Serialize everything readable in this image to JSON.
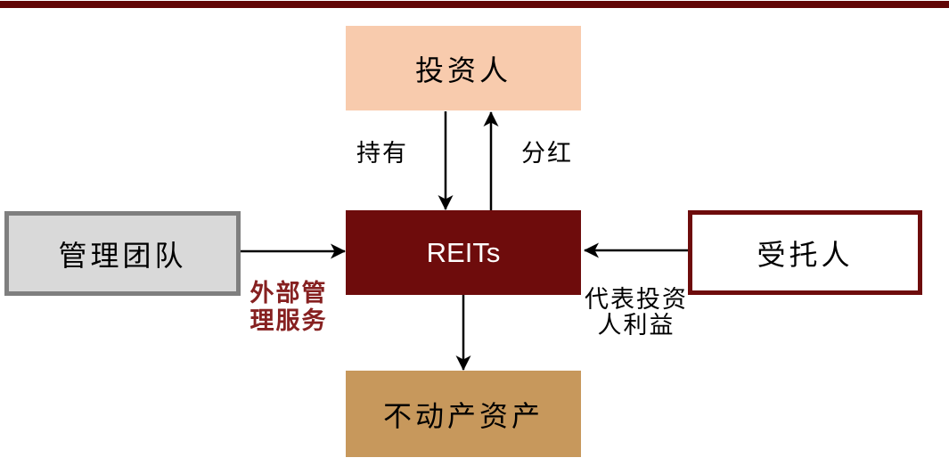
{
  "page": {
    "background_color": "#FFFFFF",
    "top_bar_color": "#610606"
  },
  "nodes": {
    "investor": {
      "label": "投资人",
      "fill": "#F8CBAD",
      "text_color": "#000000"
    },
    "reits": {
      "label": "REITs",
      "fill": "#6E0C0C",
      "text_color": "#FFFFFF"
    },
    "management": {
      "label": "管理团队",
      "fill": "#D9D9D9",
      "border_color": "#7F7F7F",
      "text_color": "#000000"
    },
    "trustee": {
      "label": "受托人",
      "fill": "#FFFFFF",
      "border_color": "#6E0C0C",
      "text_color": "#000000"
    },
    "assets": {
      "label": "不动产资产",
      "fill": "#C7985C",
      "text_color": "#000000"
    }
  },
  "edges": {
    "hold": {
      "label": "持有",
      "from": "investor",
      "to": "reits",
      "label_color": "#000000"
    },
    "dividend": {
      "label": "分红",
      "from": "reits",
      "to": "investor",
      "label_color": "#000000"
    },
    "external_management": {
      "label": "外部管\n理服务",
      "from": "management",
      "to": "reits",
      "label_color": "#862020"
    },
    "represent_investors": {
      "label": "代表投资\n人利益",
      "from": "trustee",
      "to": "reits",
      "label_color": "#000000"
    },
    "invest_in_assets": {
      "label": "",
      "from": "reits",
      "to": "assets"
    }
  }
}
